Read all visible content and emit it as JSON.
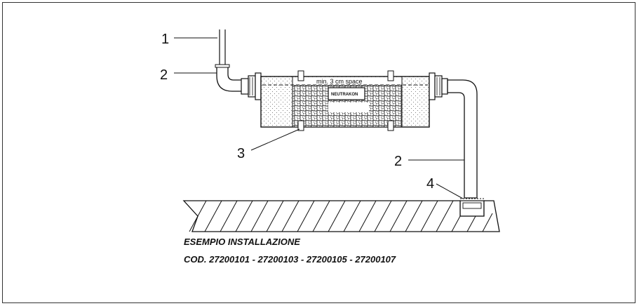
{
  "diagram": {
    "labels": {
      "l1": "1",
      "l2a": "2",
      "l2b": "2",
      "l3": "3",
      "l4": "4"
    },
    "space_note": "min. 3 cm space",
    "device_label": "NEUTRAKON"
  },
  "caption": {
    "title": "ESEMPIO INSTALLAZIONE",
    "codes": "COD. 27200101 - 27200103 - 27200105 - 27200107"
  }
}
